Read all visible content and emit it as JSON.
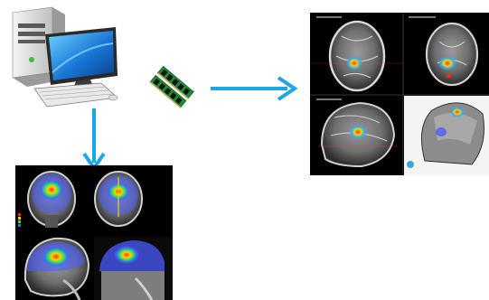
{
  "nodes": [
    {
      "id": "computer",
      "icon": "desktop-computer-icon"
    },
    {
      "id": "memory",
      "icon": "ram-memory-icon"
    },
    {
      "id": "result-top",
      "content": "brain-mri-four-view-panel"
    },
    {
      "id": "result-bottom",
      "content": "brain-mri-fused-activation-panel"
    }
  ],
  "edges": [
    {
      "from": "computer",
      "to": "result-top",
      "color": "#1aa7e8"
    },
    {
      "from": "computer",
      "to": "result-bottom",
      "color": "#1aa7e8"
    }
  ],
  "colors": {
    "arrow": "#1aa7e8",
    "panel_bg": "#000000",
    "activation_hot": "#ff2a00",
    "activation_cool": "#4b5cff"
  }
}
